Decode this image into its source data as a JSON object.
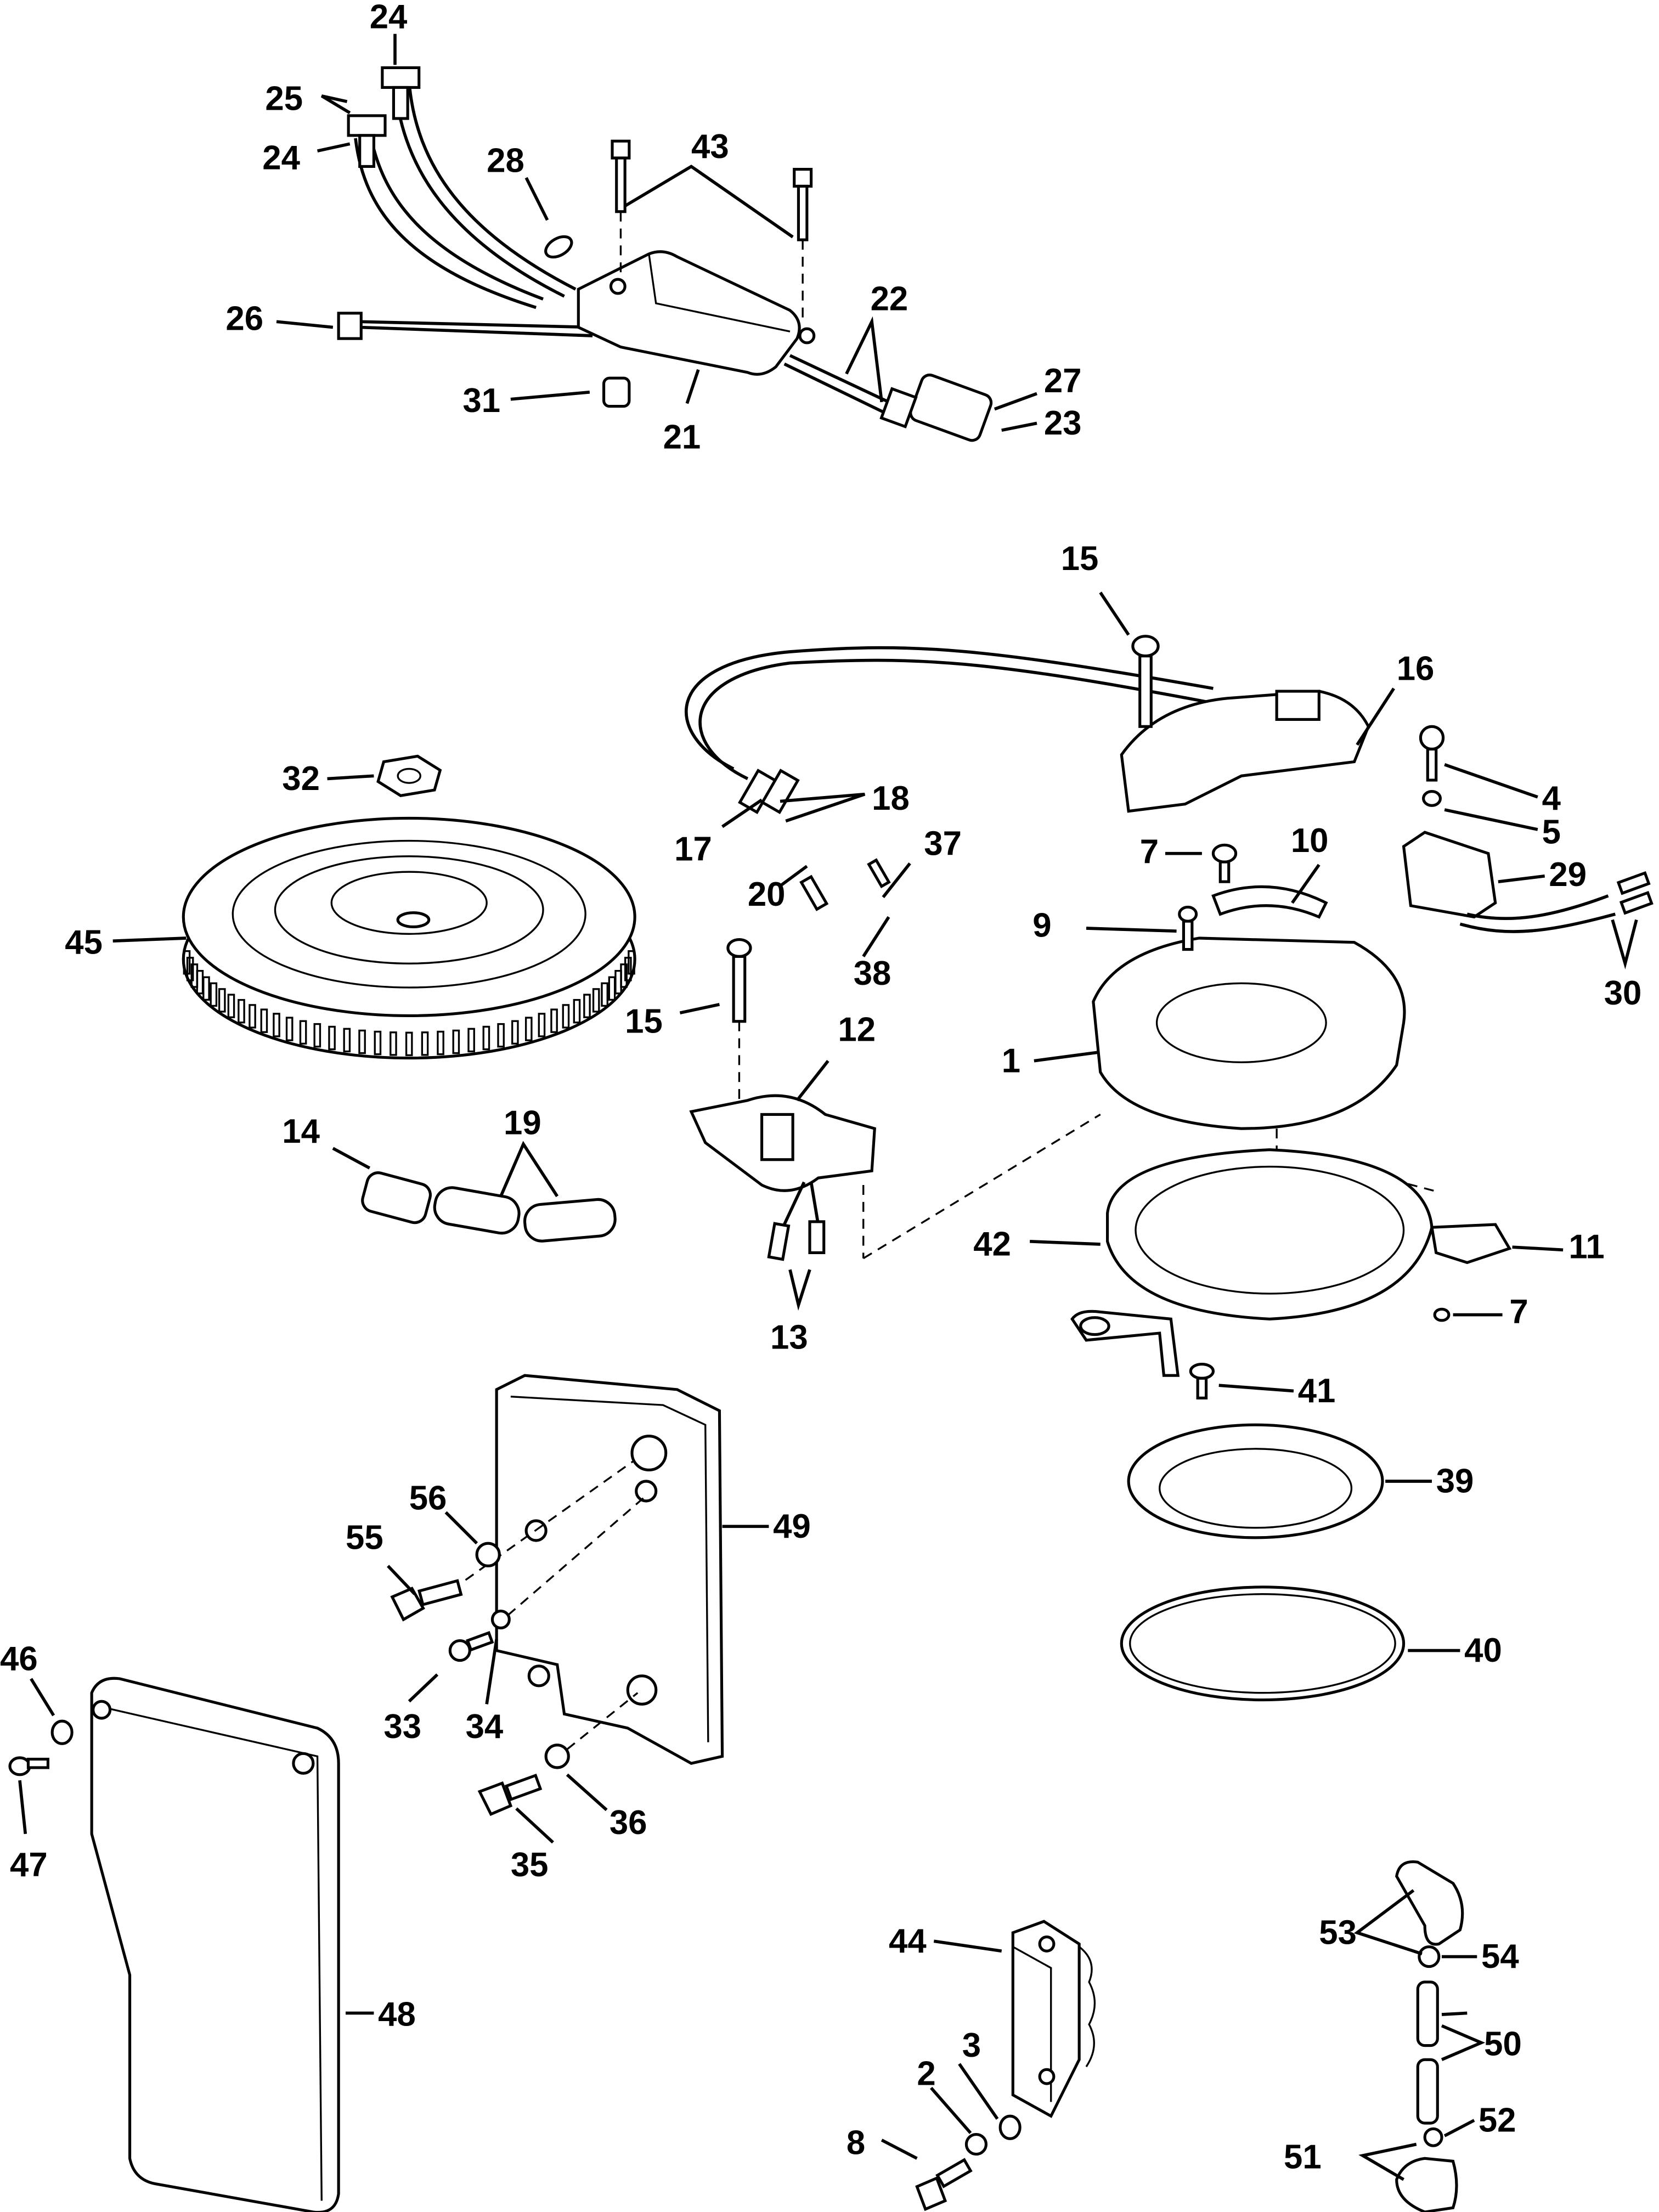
{
  "diagram": {
    "type": "exploded-parts-diagram",
    "subject": "Outboard ignition system components",
    "callouts": [
      {
        "id": "c24a",
        "label": "24"
      },
      {
        "id": "c25",
        "label": "25"
      },
      {
        "id": "c24b",
        "label": "24"
      },
      {
        "id": "c28",
        "label": "28"
      },
      {
        "id": "c43",
        "label": "43"
      },
      {
        "id": "c26",
        "label": "26"
      },
      {
        "id": "c22",
        "label": "22"
      },
      {
        "id": "c31",
        "label": "31"
      },
      {
        "id": "c21",
        "label": "21"
      },
      {
        "id": "c27",
        "label": "27"
      },
      {
        "id": "c23",
        "label": "23"
      },
      {
        "id": "c15a",
        "label": "15"
      },
      {
        "id": "c16",
        "label": "16"
      },
      {
        "id": "c32",
        "label": "32"
      },
      {
        "id": "c18",
        "label": "18"
      },
      {
        "id": "c17",
        "label": "17"
      },
      {
        "id": "c37",
        "label": "37"
      },
      {
        "id": "c4",
        "label": "4"
      },
      {
        "id": "c5",
        "label": "5"
      },
      {
        "id": "c7a",
        "label": "7"
      },
      {
        "id": "c10",
        "label": "10"
      },
      {
        "id": "c29",
        "label": "29"
      },
      {
        "id": "c20",
        "label": "20"
      },
      {
        "id": "c45",
        "label": "45"
      },
      {
        "id": "c9",
        "label": "9"
      },
      {
        "id": "c38",
        "label": "38"
      },
      {
        "id": "c30",
        "label": "30"
      },
      {
        "id": "c15b",
        "label": "15"
      },
      {
        "id": "c12",
        "label": "12"
      },
      {
        "id": "c1",
        "label": "1"
      },
      {
        "id": "c14",
        "label": "14"
      },
      {
        "id": "c19",
        "label": "19"
      },
      {
        "id": "c42",
        "label": "42"
      },
      {
        "id": "c11",
        "label": "11"
      },
      {
        "id": "c13",
        "label": "13"
      },
      {
        "id": "c7b",
        "label": "7"
      },
      {
        "id": "c41",
        "label": "41"
      },
      {
        "id": "c39",
        "label": "39"
      },
      {
        "id": "c56",
        "label": "56"
      },
      {
        "id": "c49",
        "label": "49"
      },
      {
        "id": "c55",
        "label": "55"
      },
      {
        "id": "c40",
        "label": "40"
      },
      {
        "id": "c46",
        "label": "46"
      },
      {
        "id": "c33",
        "label": "33"
      },
      {
        "id": "c34",
        "label": "34"
      },
      {
        "id": "c36",
        "label": "36"
      },
      {
        "id": "c47",
        "label": "47"
      },
      {
        "id": "c35",
        "label": "35"
      },
      {
        "id": "c53",
        "label": "53"
      },
      {
        "id": "c54",
        "label": "54"
      },
      {
        "id": "c44",
        "label": "44"
      },
      {
        "id": "c48",
        "label": "48"
      },
      {
        "id": "c50",
        "label": "50"
      },
      {
        "id": "c3",
        "label": "3"
      },
      {
        "id": "c2",
        "label": "2"
      },
      {
        "id": "c52",
        "label": "52"
      },
      {
        "id": "c8",
        "label": "8"
      },
      {
        "id": "c51",
        "label": "51"
      }
    ]
  }
}
